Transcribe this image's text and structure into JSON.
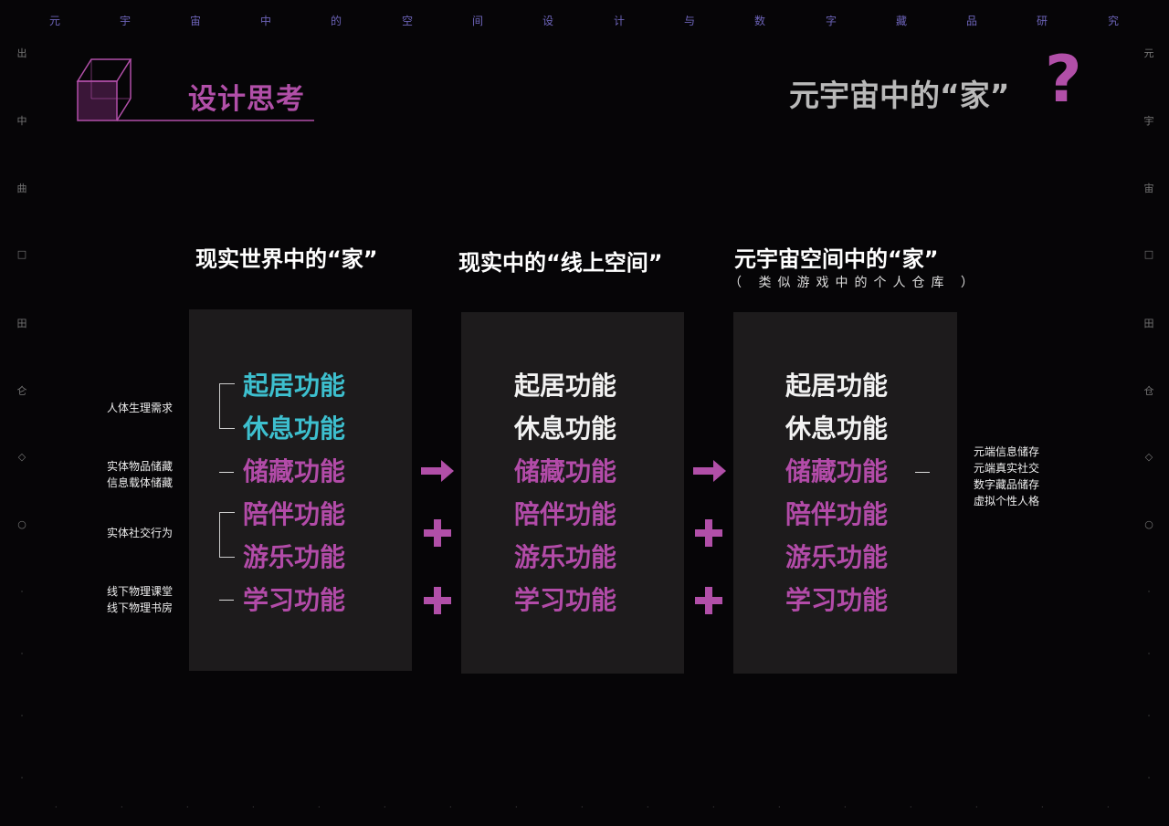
{
  "top_strip": [
    "元",
    "宇",
    "宙",
    "中",
    "的",
    "空",
    "间",
    "设",
    "计",
    "与",
    "数",
    "字",
    "藏",
    "品",
    "研",
    "究"
  ],
  "side_left": [
    "出",
    "中",
    "曲",
    "□",
    "田",
    "仑",
    "◇",
    "○"
  ],
  "side_right": [
    "元",
    "宇",
    "宙",
    "□",
    "田",
    "仓",
    "◇",
    "○"
  ],
  "header": {
    "section_title": "设计思考",
    "question": "元宇宙中的“家”",
    "qmark": "?"
  },
  "columns": [
    {
      "title": "现实世界中的“家”",
      "subtitle": "",
      "functions": [
        {
          "label": "起居功能",
          "color": "cyan"
        },
        {
          "label": "休息功能",
          "color": "cyan"
        },
        {
          "label": "储藏功能",
          "color": "pink"
        },
        {
          "label": "陪伴功能",
          "color": "pink"
        },
        {
          "label": "游乐功能",
          "color": "pink"
        },
        {
          "label": "学习功能",
          "color": "pink"
        }
      ]
    },
    {
      "title": "现实中的“线上空间”",
      "subtitle": "",
      "functions": [
        {
          "label": "起居功能",
          "color": "white"
        },
        {
          "label": "休息功能",
          "color": "white"
        },
        {
          "label": "储藏功能",
          "color": "pink"
        },
        {
          "label": "陪伴功能",
          "color": "pink"
        },
        {
          "label": "游乐功能",
          "color": "pink"
        },
        {
          "label": "学习功能",
          "color": "pink"
        }
      ]
    },
    {
      "title": "元宇宙空间中的“家”",
      "subtitle": "（ 类似游戏中的个人仓库 ）",
      "functions": [
        {
          "label": "起居功能",
          "color": "white"
        },
        {
          "label": "休息功能",
          "color": "white"
        },
        {
          "label": "储藏功能",
          "color": "pink"
        },
        {
          "label": "陪伴功能",
          "color": "pink"
        },
        {
          "label": "游乐功能",
          "color": "pink"
        },
        {
          "label": "学习功能",
          "color": "pink"
        }
      ]
    }
  ],
  "left_notes": {
    "physiological": "人体生理需求",
    "storage_1": "实体物品储藏",
    "storage_2": "信息载体储藏",
    "social": "实体社交行为",
    "study_1": "线下物理课堂",
    "study_2": "线下物理书房"
  },
  "right_notes": [
    "元端信息储存",
    "元端真实社交",
    "数字藏品储存",
    "虚拟个性人格"
  ],
  "colors": {
    "accent_pink": "#b14fa8",
    "accent_cyan": "#3dbfce",
    "panel_bg": "#1d1b1c",
    "page_bg": "#060507"
  }
}
